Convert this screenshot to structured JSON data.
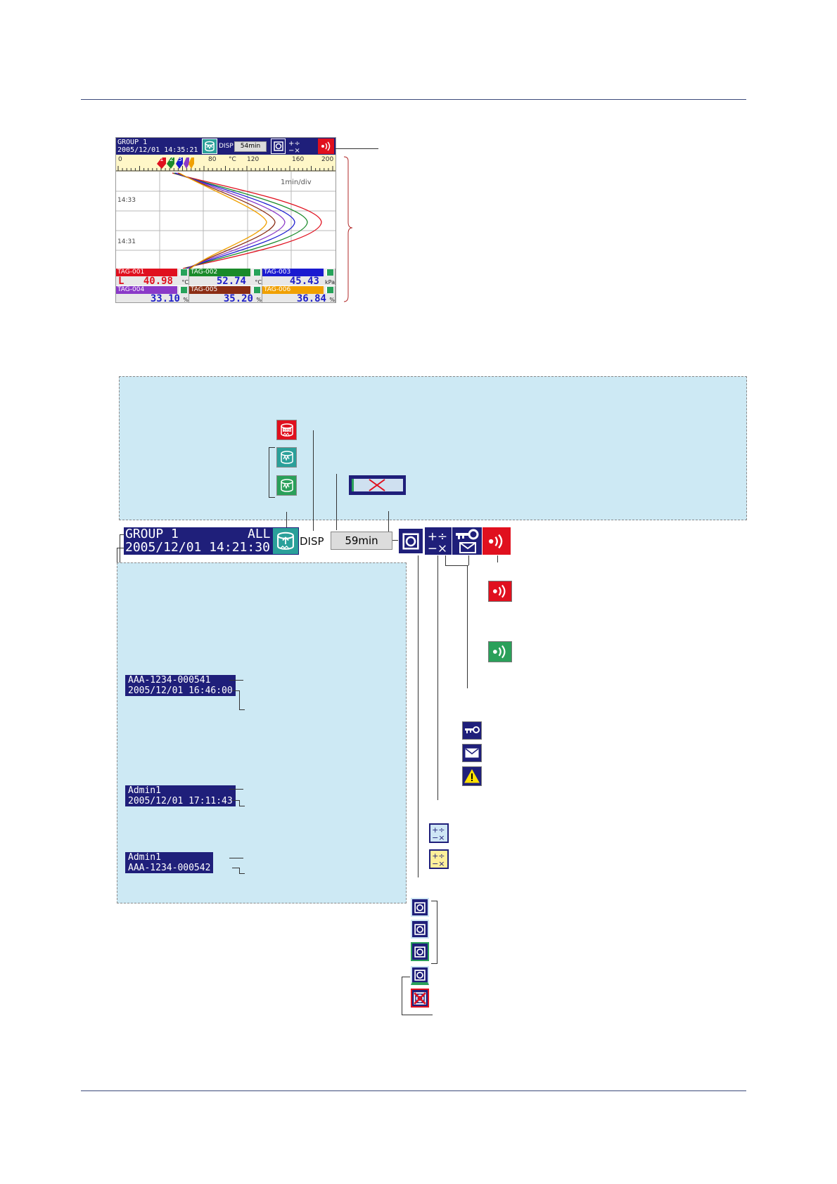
{
  "screen": {
    "group": "GROUP 1",
    "datetime": "2005/12/01 14:35:21",
    "disp": "DISP",
    "memory": "54min",
    "scale_ticks": [
      "0",
      "80",
      "°C",
      "120",
      "160",
      "200"
    ],
    "time_per_div": "1min/div",
    "time_labels": [
      "14:33",
      "14:31"
    ],
    "pointers": [
      "1",
      "2",
      "3"
    ],
    "channels": [
      {
        "tag": "TAG-001",
        "value": "40.98",
        "prefix": "L",
        "unit": "°C",
        "color": "#e0101e",
        "value_color": "#e0101e"
      },
      {
        "tag": "TAG-002",
        "value": "52.74",
        "prefix": "",
        "unit": "°C",
        "color": "#1a8a2a",
        "value_color": "#1f1fc8"
      },
      {
        "tag": "TAG-003",
        "value": "45.43",
        "prefix": "",
        "unit": "kPa",
        "color": "#1a1ad0",
        "value_color": "#1f1fc8"
      },
      {
        "tag": "TAG-004",
        "value": "33.10",
        "prefix": "",
        "unit": "%",
        "color": "#8a3ac8",
        "value_color": "#1f1fc8"
      },
      {
        "tag": "TAG-005",
        "value": "35.20",
        "prefix": "",
        "unit": "%",
        "color": "#8b2d14",
        "value_color": "#1f1fc8"
      },
      {
        "tag": "TAG-006",
        "value": "36.84",
        "prefix": "",
        "unit": "%",
        "color": "#f0a000",
        "value_color": "#1f1fc8"
      }
    ]
  },
  "status_bar": {
    "group": "GROUP 1",
    "all": "ALL",
    "datetime": "2005/12/01 14:21:30",
    "disp": "DISP",
    "memory": "59min"
  },
  "info_boxes": [
    {
      "line1": "AAA-1234-000541",
      "line2": "2005/12/01 16:46:00"
    },
    {
      "line1": "Admin1",
      "line2": "2005/12/01 17:11:43"
    },
    {
      "line1": "Admin1",
      "line2": "AAA-1234-000542"
    }
  ],
  "icons": {
    "memory_stop": "memory-stop-icon",
    "memory_sample": "memory-sample-icon",
    "memory_full": "memory-full-icon",
    "media": "media-icon",
    "math": "math-icon",
    "key": "key-icon",
    "mail": "mail-icon",
    "alarm": "alarm-icon",
    "warning": "warning-icon"
  },
  "colors": {
    "bar_blue": "#1f1f7a",
    "alarm_red": "#e0101e",
    "ok_green": "#2aa05a",
    "panel_bg": "#cde9f4"
  }
}
